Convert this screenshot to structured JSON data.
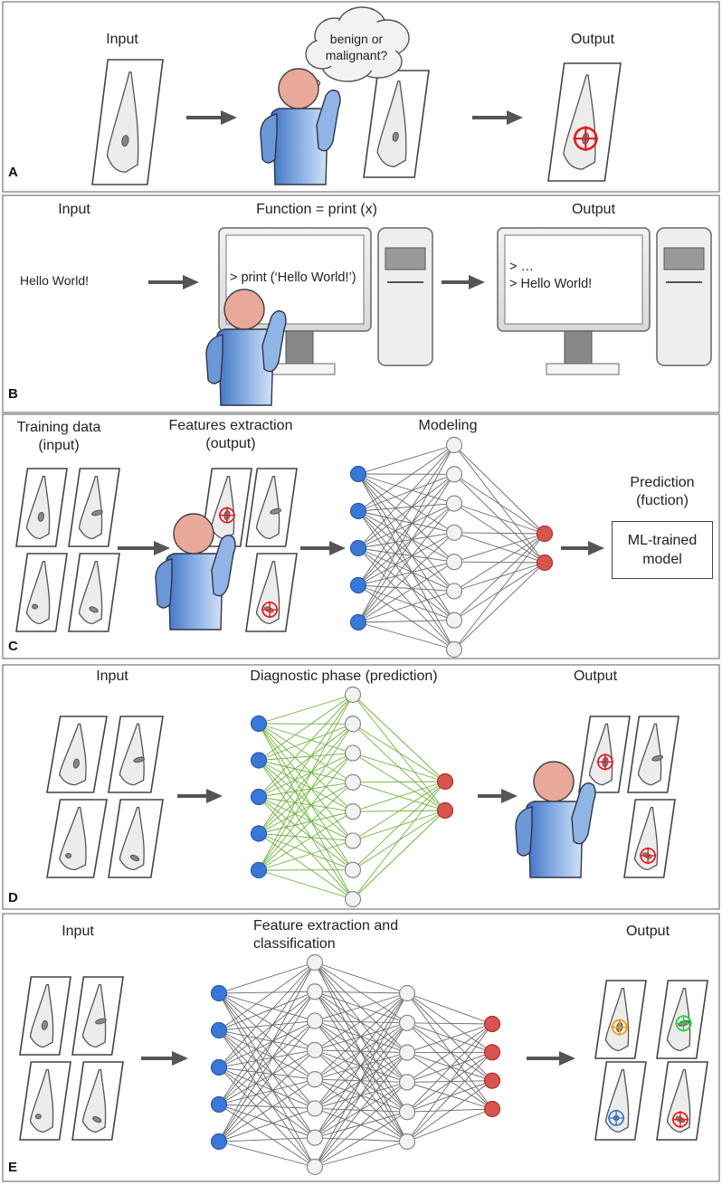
{
  "panels": {
    "a": {
      "letter": "A",
      "input_label": "Input",
      "output_label": "Output",
      "thought_line1": "benign or",
      "thought_line2": "malignant?"
    },
    "b": {
      "letter": "B",
      "input_label": "Input",
      "function_label": "Function = print (x)",
      "output_label": "Output",
      "input_text": "Hello World!",
      "screen_code": "> print (‘Hello World!’)",
      "output_line1": "> …",
      "output_line2": "> Hello World!"
    },
    "c": {
      "letter": "C",
      "training_line1": "Training data",
      "training_line2": "(input)",
      "features_line1": "Features extraction",
      "features_line2": "(output)",
      "modeling_label": "Modeling",
      "prediction_line1": "Prediction",
      "prediction_line2": "(fuction)",
      "model_line1": "ML-trained",
      "model_line2": "model"
    },
    "d": {
      "letter": "D",
      "input_label": "Input",
      "phase_label": "Diagnostic phase (prediction)",
      "output_label": "Output"
    },
    "e": {
      "letter": "E",
      "input_label": "Input",
      "title_line1": "Feature extraction and",
      "title_line2": "classification",
      "output_label": "Output"
    }
  },
  "colors": {
    "node_input": "#3a78d8",
    "node_hidden": "#f2f2f2",
    "node_output": "#d9534f",
    "edges_training": "#6a6a6a",
    "edges_diagnostic": "#6db33f",
    "marker_red": "#e02020",
    "marker_orange": "#f39c12",
    "marker_green": "#2ecc40",
    "marker_blue": "#3a78d8",
    "person_head": "#e8a89a",
    "person_body": "#5b8fd0"
  }
}
